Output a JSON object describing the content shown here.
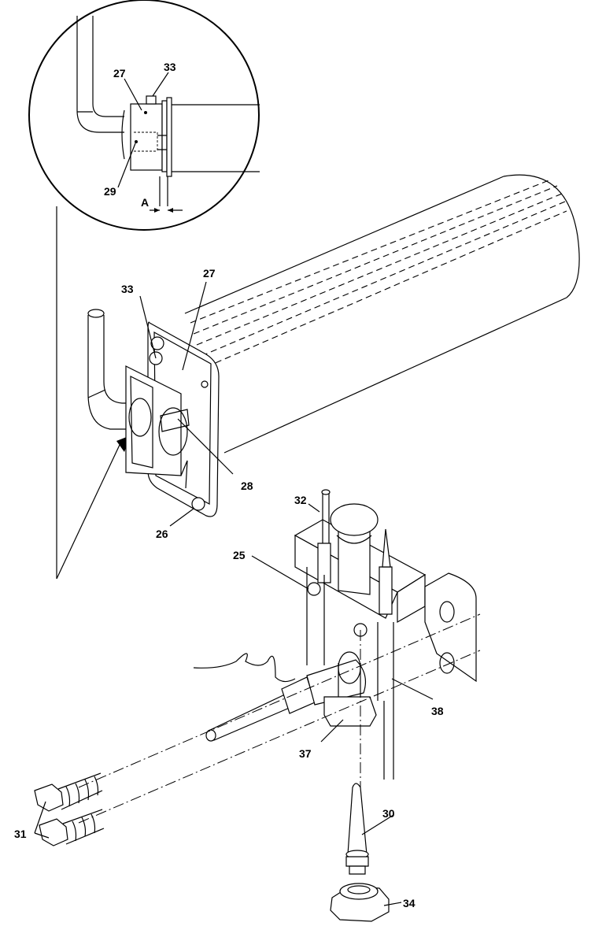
{
  "callouts": {
    "detail_27": "27",
    "detail_33": "33",
    "detail_29": "29",
    "detail_A": "A",
    "main_33": "33",
    "main_27": "27",
    "main_28": "28",
    "main_26": "26",
    "main_32": "32",
    "main_25": "25",
    "main_38": "38",
    "main_37": "37",
    "main_31": "31",
    "main_30": "30",
    "main_34": "34"
  }
}
